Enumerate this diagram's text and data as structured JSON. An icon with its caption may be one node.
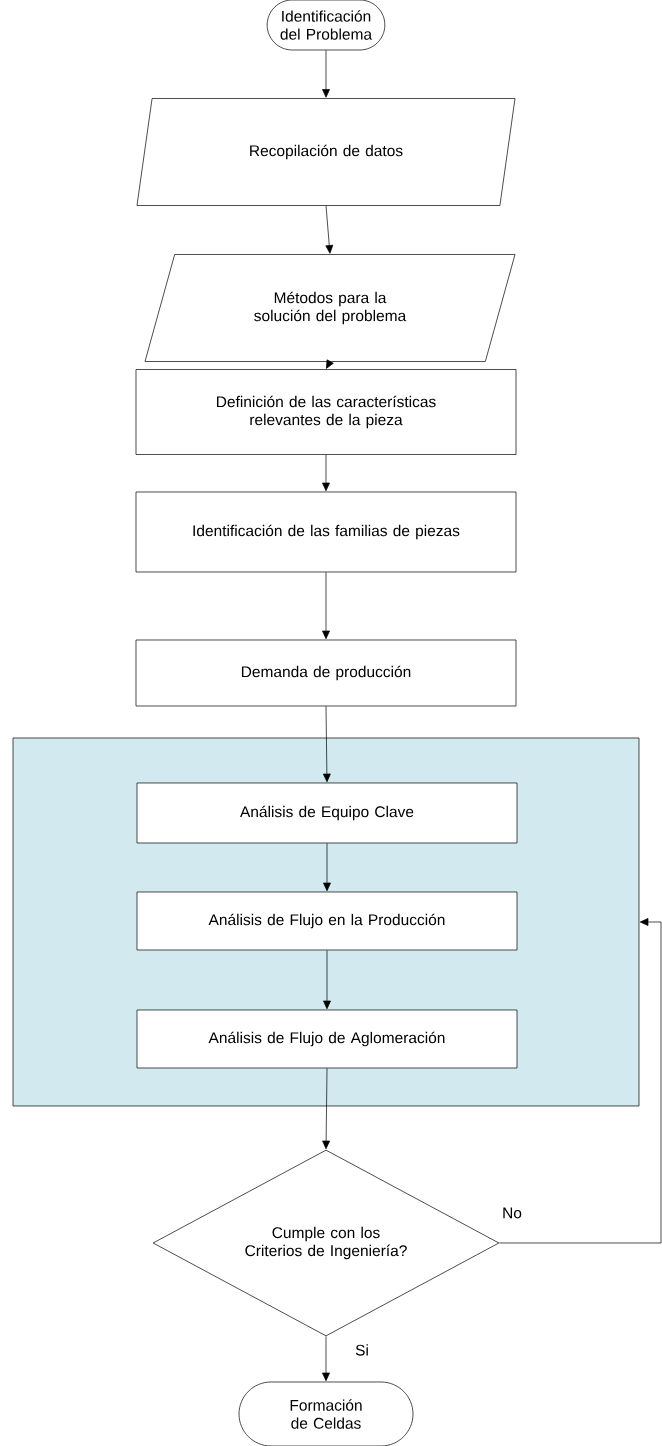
{
  "diagram": {
    "nodes": [
      {
        "text": [
          "Identificación del Problema"
        ]
      },
      {
        "text": [
          "Recopilación de datos"
        ]
      },
      {
        "text": [
          "Métodos para la solución del problema"
        ]
      },
      {
        "text": [
          "Definición de las características relevantes de la pieza"
        ]
      },
      {
        "text": [
          "Identificación de las familias de piezas"
        ]
      },
      {
        "text": [
          "Demanda de producción"
        ]
      },
      {
        "text": [],
        "shape": "box"
      },
      {
        "text": [
          "Análisis de Equipo Clave"
        ],
        "in": 6
      },
      {
        "text": [
          "Análisis de Flujo en la Producción"
        ],
        "in": 6
      },
      {
        "text": [
          "Análisis de Flujo de Aglomeración"
        ],
        "in": 6
      },
      {
        "text": [
          "Cumple con los Criterios de Ingeniería?"
        ]
      },
      {
        "text": [
          "Formación de Celdas"
        ]
      }
    ],
    "edges": [
      {
        "from": 0,
        "to": 1,
        "arrow": "to"
      },
      {
        "from": 1,
        "to": 2,
        "arrow": "to"
      },
      {
        "from": 2,
        "to": 3,
        "arrow": "to"
      },
      {
        "from": 3,
        "to": 4,
        "arrow": "to"
      },
      {
        "from": 4,
        "to": 5,
        "arrow": "to"
      },
      {
        "from": 5,
        "to": 7,
        "arrow": "to"
      },
      {
        "from": 7,
        "to": 8,
        "arrow": "to"
      },
      {
        "from": 8,
        "to": 9,
        "arrow": "to"
      },
      {
        "from": 9,
        "to": 10,
        "arrow": "to"
      },
      {
        "from": 10,
        "to": 11,
        "arrow": "to",
        "label": "Si"
      },
      {
        "from": 10,
        "to": 6,
        "arrow": "to",
        "label": "No"
      }
    ]
  }
}
